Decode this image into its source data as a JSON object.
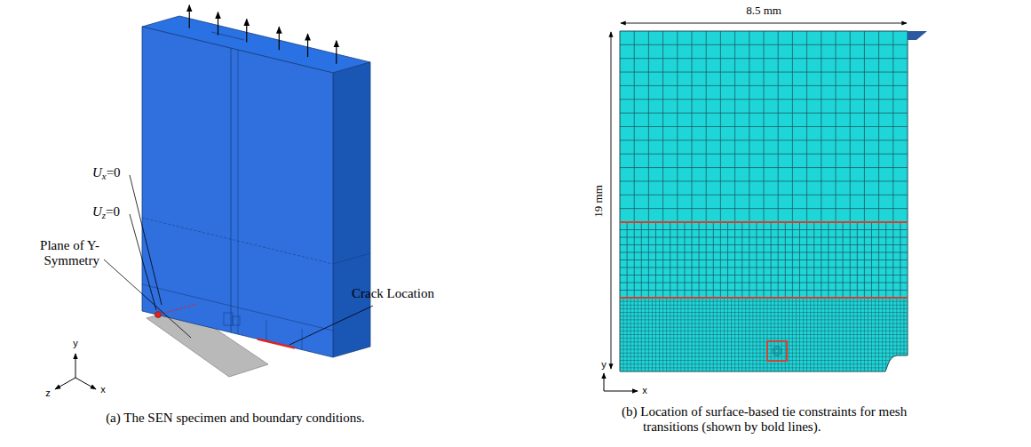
{
  "diagram": {
    "labels": [
      "Ux=0",
      "Uz=0",
      "Plane of Y-Symmetry",
      "Crack Location",
      "y",
      "z",
      "x",
      "(a) The SEN specimen and boundary conditions.",
      "8.5 mm",
      "19 mm",
      "y",
      "x",
      "(b) Location of surface-based tie constraints for mesh transitions (shown by bold lines)."
    ]
  }
}
